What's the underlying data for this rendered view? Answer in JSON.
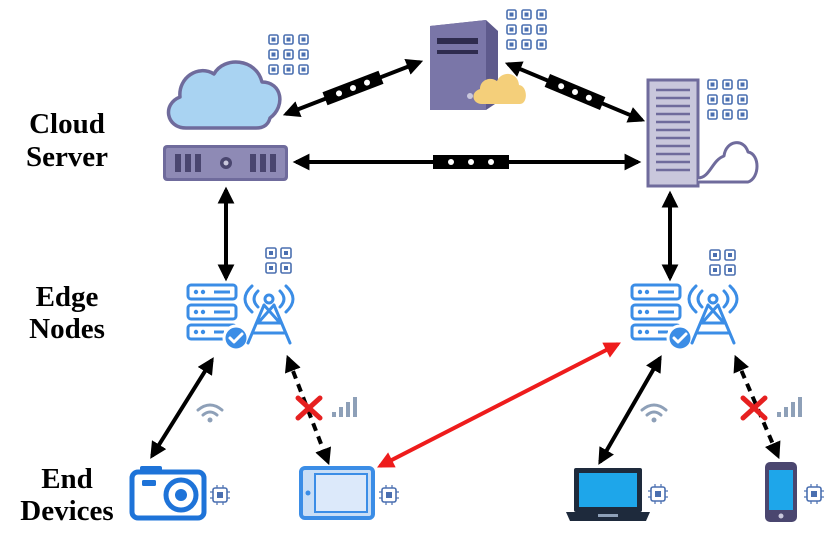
{
  "tiers": {
    "cloud": {
      "line1": "Cloud",
      "line2": "Server"
    },
    "edge": {
      "line1": "Edge",
      "line2": "Nodes"
    },
    "end": {
      "line1": "End",
      "line2": "Devices"
    }
  },
  "colors": {
    "link": "#000000",
    "offload_link": "#ee1c1c",
    "blocked_mark": "#e62020",
    "server_purple": "#6f6b9c",
    "server_light": "#c9c7dc",
    "edge_blue": "#3b8de6",
    "cloud_blue": "#a9d3f2",
    "chip_blue": "#4a6fb0",
    "device_blue": "#1e73d8"
  },
  "icons": {
    "cloud_server": [
      "cloud-icon",
      "rack-server-icon",
      "tower-server-icon",
      "cluster-server-icon",
      "chip-grid-icon"
    ],
    "edge_nodes": [
      "edge-server-icon",
      "antenna-icon",
      "check-badge-icon",
      "chip-grid-icon"
    ],
    "end_devices": [
      "camera-icon",
      "tablet-icon",
      "laptop-icon",
      "smartphone-icon",
      "chip-icon",
      "wifi-icon",
      "weak-signal-icon",
      "blocked-x-icon"
    ]
  }
}
